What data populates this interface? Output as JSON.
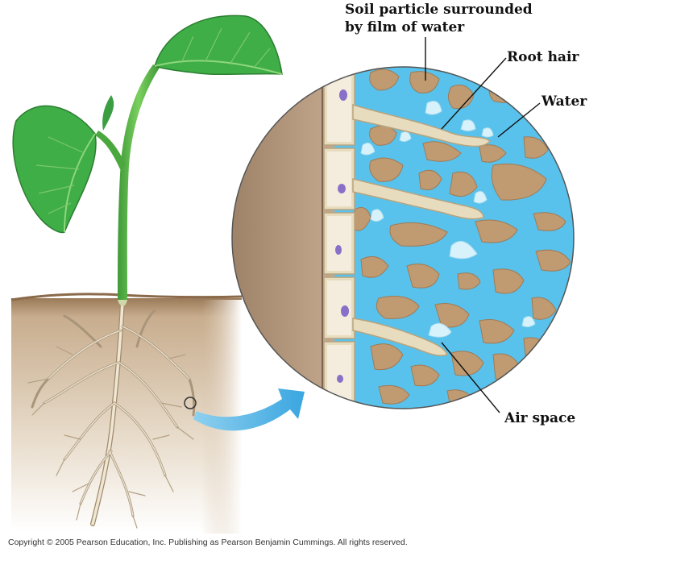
{
  "labels": {
    "soil_particle_line1": "Soil particle surrounded",
    "soil_particle_line2": "by film of water",
    "root_hair": "Root hair",
    "water": "Water",
    "air_space": "Air space"
  },
  "copyright": "Copyright © 2005 Pearson Education, Inc. Publishing as Pearson Benjamin Cummings. All rights reserved.",
  "colors": {
    "soil": "#a8896a",
    "water": "#58c2ec",
    "soil_particle": "#c09a70",
    "root": "#e4d8c0",
    "leaf": "#3fae47",
    "stem": "#58b848",
    "arrow": "#6ec0ea",
    "cell_wall": "#e8dcbf",
    "nucleus": "#8a6fc8"
  }
}
